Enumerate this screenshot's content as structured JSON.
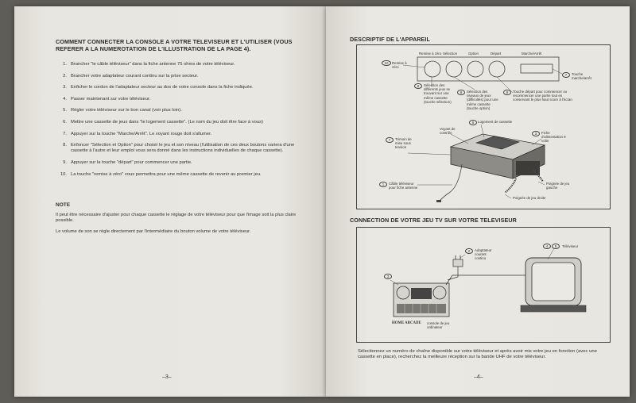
{
  "left_page": {
    "title": "COMMENT CONNECTER LA CONSOLE A VOTRE TELEVISEUR ET L'UTILISER (VOUS REFERER A LA NUMEROTATION DE L'ILLUSTRATION DE LA PAGE 4).",
    "steps": [
      {
        "n": "1.",
        "text": "Brancher \"le câble téléviseur\" dans la fiche antenne 75 ohms de votre téléviseur."
      },
      {
        "n": "2.",
        "text": "Brancher votre adaptateur courant continu sur la prise secteur."
      },
      {
        "n": "3.",
        "text": "Enficher le cordon de l'adaptateur secteur au dos de votre console dans la fiche indiquée."
      },
      {
        "n": "4.",
        "text": "Passer maintenant sur votre téléviseur."
      },
      {
        "n": "5.",
        "text": "Régler votre téléviseur sur le bon canal (voir plus loin)."
      },
      {
        "n": "6.",
        "text": "Mettre une cassette de jeux dans \"le logement cassette\". (Le nom du jeu doit être face à vous)"
      },
      {
        "n": "7.",
        "text": "Appuyer sur la touche \"Marche/Arrêt\". Le voyant rouge doit s'allumer."
      },
      {
        "n": "8.",
        "text": "Enfoncer \"Sélection et Option\" pour choisir le jeu et son niveau (l'utilisation de ces deux boutons variera d'une cassette à l'autre et leur emploi vous sera donné dans les instructions individuelles de chaque cassette)."
      },
      {
        "n": "9.",
        "text": "Appuyer sur la touche \"départ\" pour commencer une partie."
      },
      {
        "n": "10.",
        "text": "La touche \"remise à zéro\" vous permettra pour une même cassette de revenir au premier jeu."
      }
    ],
    "note_title": "NOTE",
    "note_1": "Il peut être nécessaire d'ajuster pour chaque cassette le réglage de votre téléviseur pour que l'image soit la plus claire possible.",
    "note_2": "Le volume de son se règle directement par l'intermédiaire du bouton volume de votre téléviseur.",
    "page_number": "–3–"
  },
  "right_page": {
    "title_1": "DESCRIPTIF DE L'APPAREIL",
    "diagram_1": {
      "top_buttons": [
        "Remise à zéro",
        "Sélection",
        "Option",
        "Départ",
        "Marche/Arrêt"
      ],
      "c10": "10",
      "c10_label": "Remise à zéro",
      "c7": "7",
      "c7_label": "Touche marche/arrêt",
      "c8": "8",
      "c8_label": "Sélection des différents jeux se trouvant sur une même cassette (touche sélection)",
      "c8b": "8",
      "c8b_label": "Sélection des niveaux de jeux (difficultés) pour une même cassette (touche option)",
      "c9": "9",
      "c9_label": "Touche départ pour commencer ou recommencer une partie tout en conservant le plus haut score à l'écran",
      "c6": "6",
      "c6_label": "Logement de cassette",
      "voyant": "Voyant de contrôle",
      "c7b": "7",
      "c7b_label": "Témoin de mise sous tension",
      "c3": "3",
      "c3_label": "Fiche d'alimentation 9 volts",
      "c1": "1",
      "c1_label": "Câble téléviseur pour fiche antenne",
      "poignee_g": "Poignée de jeu gauche",
      "poignee_d": "Poignée de jeu droite"
    },
    "title_2": "CONNECTION DE VOTRE JEU TV SUR VOTRE TELEVISEUR",
    "diagram_2": {
      "c2": "2",
      "c2_label": "Adaptateur courant continu",
      "c3": "3",
      "c4": "4",
      "c5": "5",
      "tv_label": "Téléviseur",
      "brand": "HOME ARCADE",
      "console_label": "console de jeu ordinateur"
    },
    "caption": "Sélectionnez un numéro de chaîne disponible sur votre téléviseur et après avoir mis votre jeu en fonction (avec une cassette en place), recherchez la meilleure réception sur la bande UHF de votre téléviseur.",
    "page_number": "–4–"
  },
  "colors": {
    "paper": "#e8e6e0",
    "ink": "#333333",
    "background": "#5f5d57"
  }
}
